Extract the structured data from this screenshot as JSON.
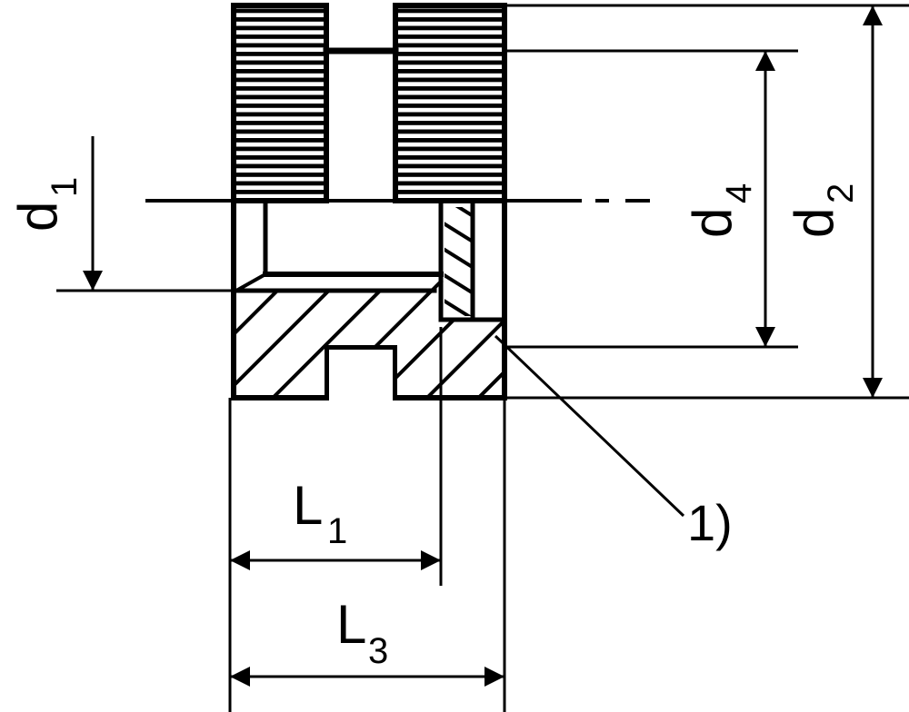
{
  "labels": {
    "d1": {
      "main": "d",
      "sub": "1"
    },
    "d2": {
      "main": "d",
      "sub": "2"
    },
    "d4": {
      "main": "d",
      "sub": "4"
    },
    "L1": {
      "main": "L",
      "sub": "1"
    },
    "L3": {
      "main": "L",
      "sub": "3"
    },
    "note": "1)"
  },
  "colors": {
    "ink": "#000000",
    "paper": "#ffffff"
  }
}
